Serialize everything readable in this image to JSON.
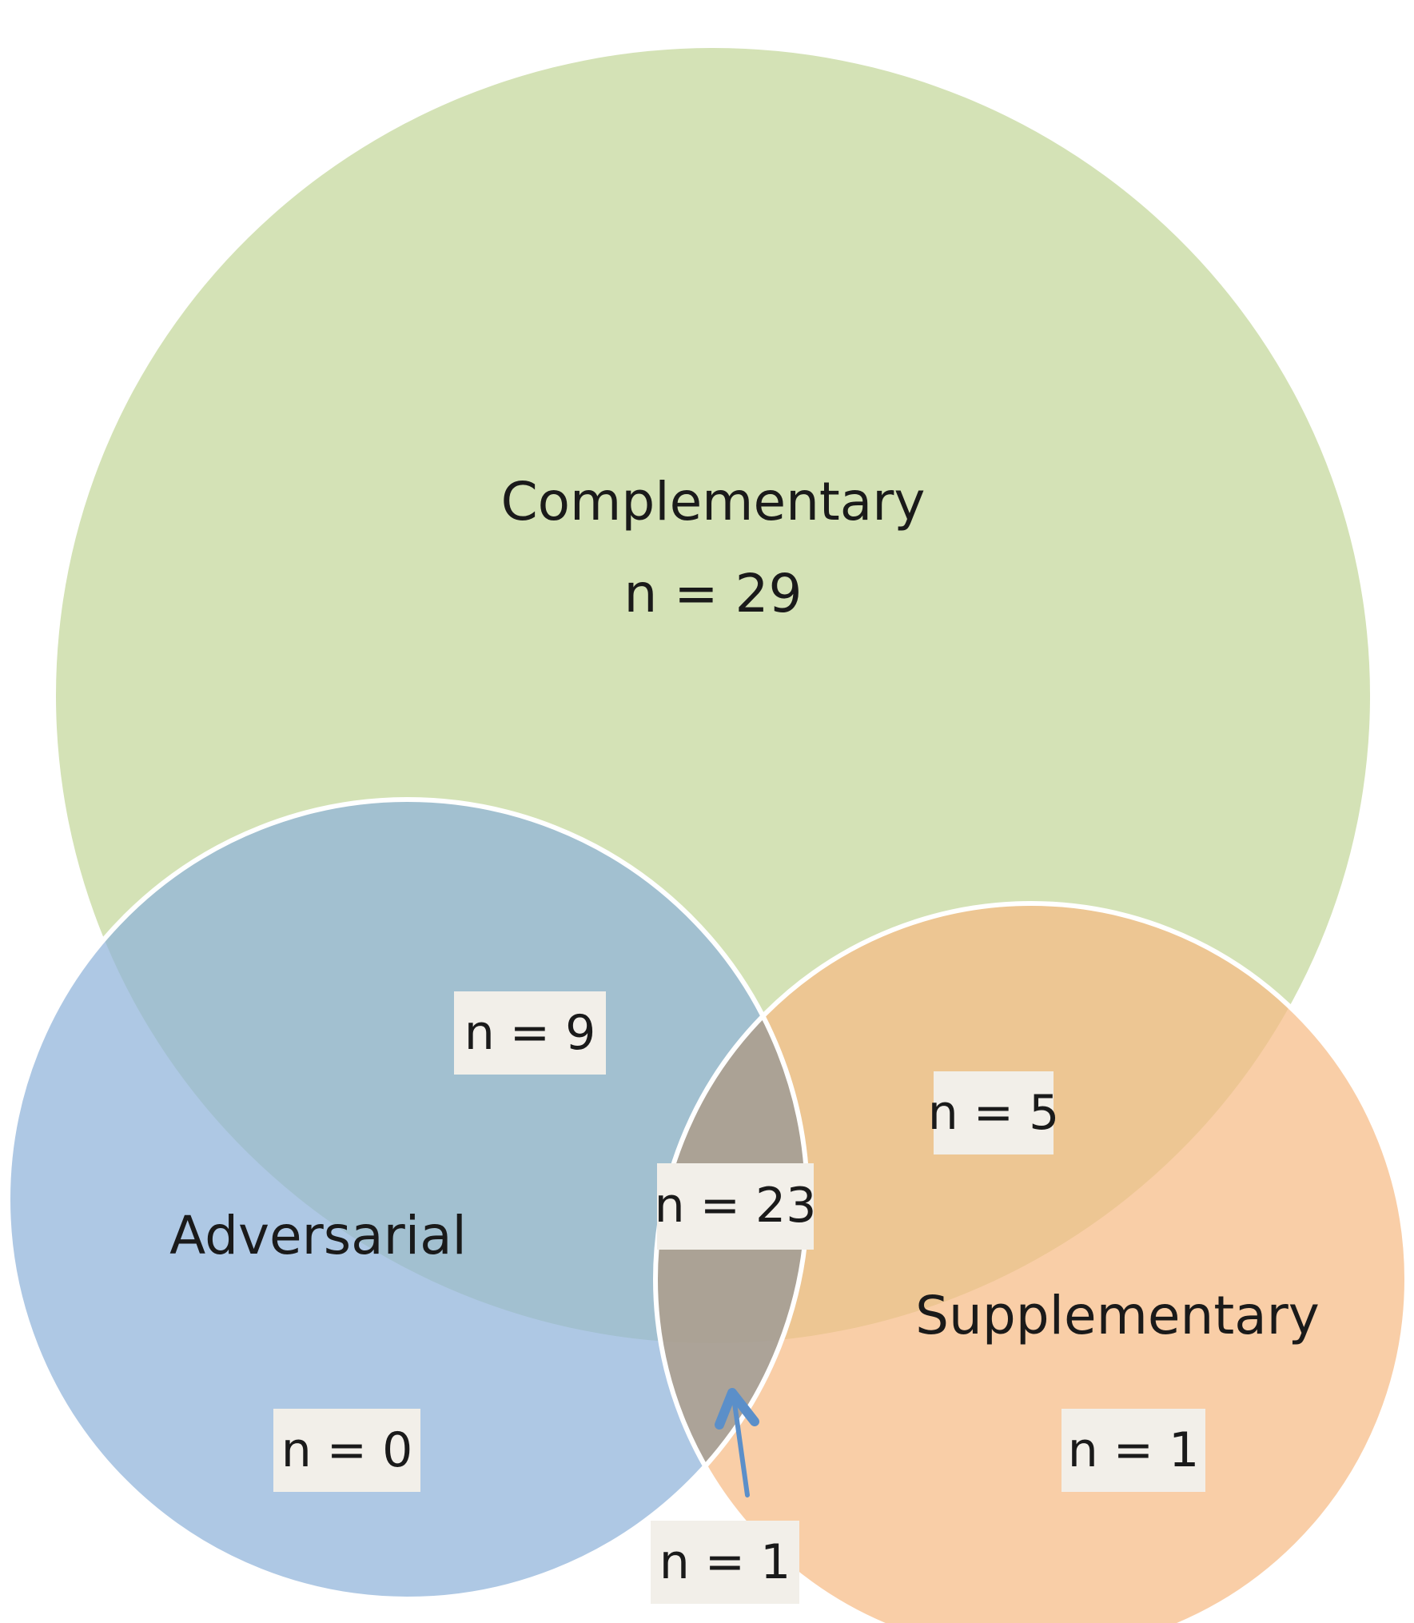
{
  "diagram": {
    "sets": {
      "complementary": {
        "label": "Complementary",
        "count_label": "n = 29",
        "color": "#d4e2b6"
      },
      "adversarial": {
        "label": "Adversarial",
        "count_label": "n = 0",
        "color": "#8fb3d9"
      },
      "supplementary": {
        "label": "Supplementary",
        "count_label": "n = 1",
        "color": "#f7bb85"
      }
    },
    "intersections": {
      "complementary_adversarial": "n = 9",
      "complementary_supplementary": "n = 5",
      "all_three": "n = 23",
      "adversarial_supplementary": "n = 1"
    },
    "arrow_color": "#5b8fc9",
    "outline_color": "#ffffff"
  }
}
